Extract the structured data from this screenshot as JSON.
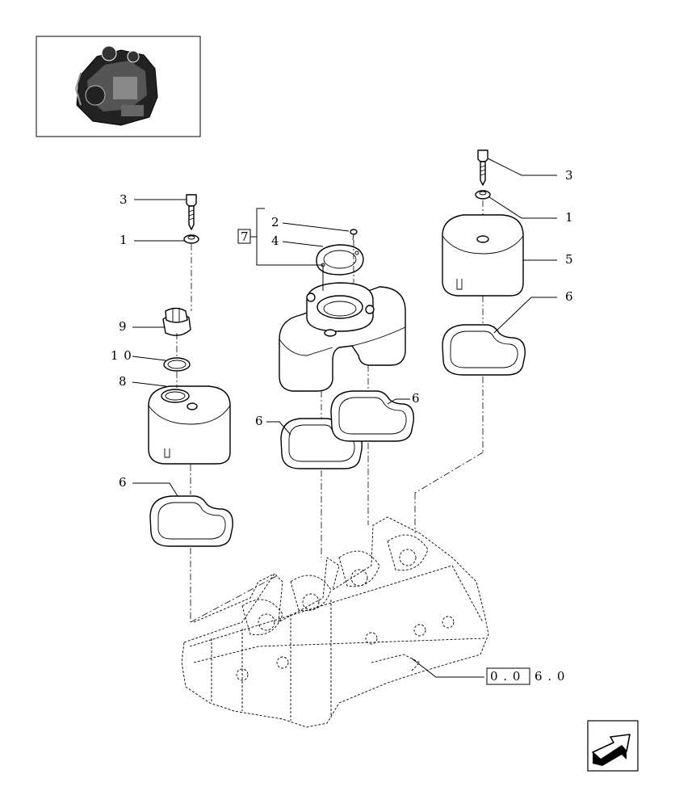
{
  "callouts": {
    "c3_left": "3",
    "c1_left": "1",
    "c9": "9",
    "c10": "1 0",
    "c8": "8",
    "c6_left": "6",
    "c2": "2",
    "c4": "4",
    "c7": "7",
    "c6_mid_left": "6",
    "c6_mid_right": "6",
    "c3_right": "3",
    "c1_right": "1",
    "c5": "5",
    "c6_right": "6"
  },
  "reference": {
    "boxed": "0 . 0",
    "rest": "6 . 0"
  },
  "icons": {
    "thumbnail": "engine-thumbnail-icon",
    "nav": "next-page-arrow-icon"
  }
}
